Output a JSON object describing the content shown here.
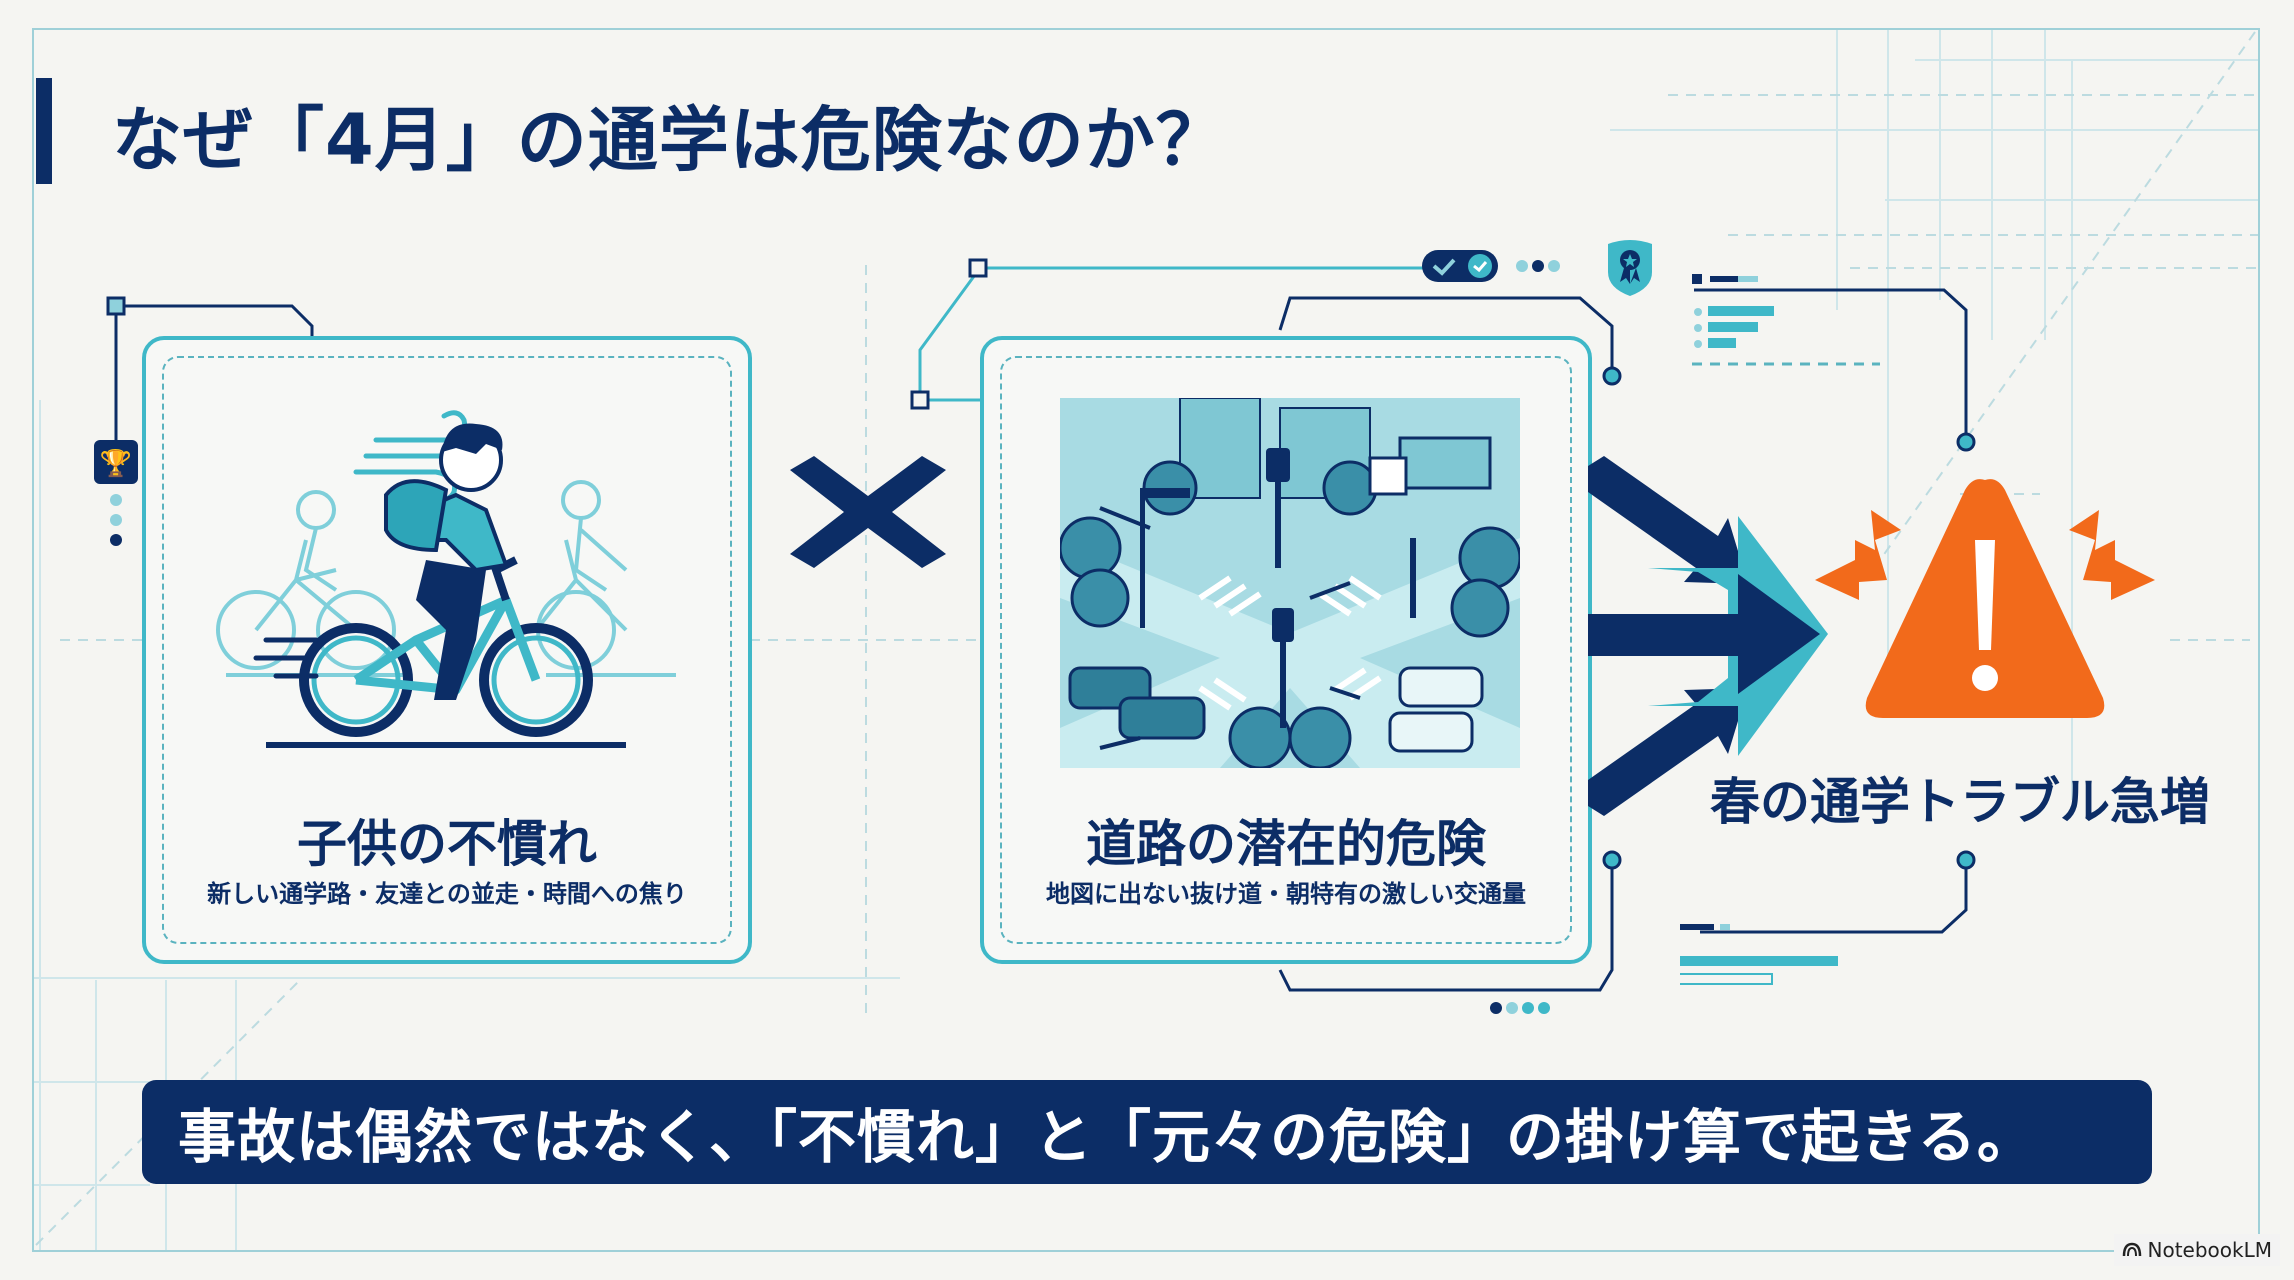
{
  "slide": {
    "title": "なぜ「4月」の通学は危険なのか？",
    "operator": "×",
    "colors": {
      "navy": "#0c2d66",
      "teal": "#3fb8c8",
      "light_teal": "#9fd0d8",
      "orange": "#f26a1b",
      "background": "#f5f5f2"
    }
  },
  "cards": [
    {
      "title": "子供の不慣れ",
      "subtitle": "新しい通学路・友達との並走・時間への焦り",
      "illustration": "child-on-bicycle-illustration"
    },
    {
      "title": "道路の潜在的危険",
      "subtitle": "地図に出ない抜け道・朝特有の激しい交通量",
      "illustration": "intersection-traffic-illustration"
    }
  ],
  "result": {
    "label": "春の通学トラブル急増",
    "icon": "warning-triangle-icon"
  },
  "banner": {
    "text": "事故は偶然ではなく、「不慣れ」と「元々の危険」の掛け算で起きる。"
  },
  "watermark": {
    "label": "NotebookLM"
  }
}
